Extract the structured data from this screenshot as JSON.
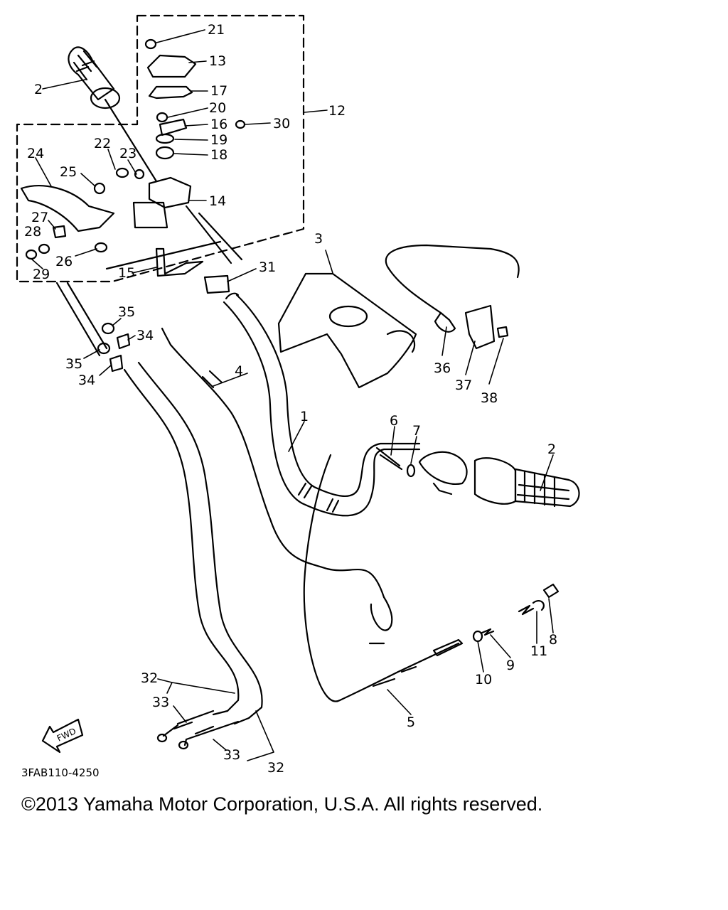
{
  "diagram": {
    "callouts": {
      "c1": "1",
      "c2a": "2",
      "c2b": "2",
      "c3": "3",
      "c4": "4",
      "c5": "5",
      "c6": "6",
      "c7": "7",
      "c8": "8",
      "c9": "9",
      "c10": "10",
      "c11": "11",
      "c12": "12",
      "c13": "13",
      "c14": "14",
      "c15": "15",
      "c16": "16",
      "c17": "17",
      "c18": "18",
      "c19": "19",
      "c20": "20",
      "c21": "21",
      "c22": "22",
      "c23": "23",
      "c24": "24",
      "c25": "25",
      "c26": "26",
      "c27": "27",
      "c28": "28",
      "c29": "29",
      "c30": "30",
      "c31": "31",
      "c32a": "32",
      "c32b": "32",
      "c33a": "33",
      "c33b": "33",
      "c34a": "34",
      "c34b": "34",
      "c35a": "35",
      "c35b": "35",
      "c36": "36",
      "c37": "37",
      "c38": "38"
    },
    "fwd_label": "FWD",
    "drawing_code": "3FAB110-4250"
  },
  "footer": {
    "copyright": "©2013 Yamaha Motor Corporation, U.S.A. All rights reserved."
  }
}
